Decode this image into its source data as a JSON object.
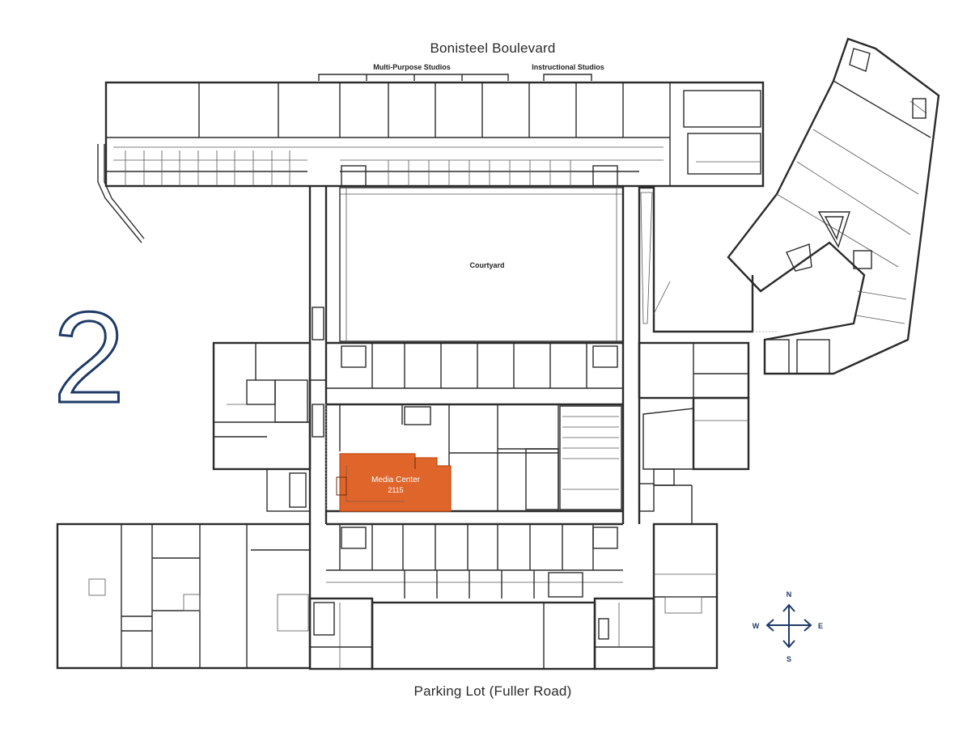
{
  "map": {
    "floor_number": "2",
    "streets": {
      "north": "Bonisteel Boulevard",
      "south": "Parking Lot (Fuller Road)"
    },
    "area_labels": {
      "multi_purpose": "Multi-Purpose Studios",
      "instructional": "Instructional Studios",
      "courtyard": "Courtyard"
    },
    "highlight": {
      "name": "Media Center",
      "number": "2115",
      "color": "#e0652a"
    },
    "compass": {
      "n": "N",
      "s": "S",
      "e": "E",
      "w": "W",
      "color": "#1e3a66"
    },
    "floor_number_color": "#1e3a66"
  }
}
